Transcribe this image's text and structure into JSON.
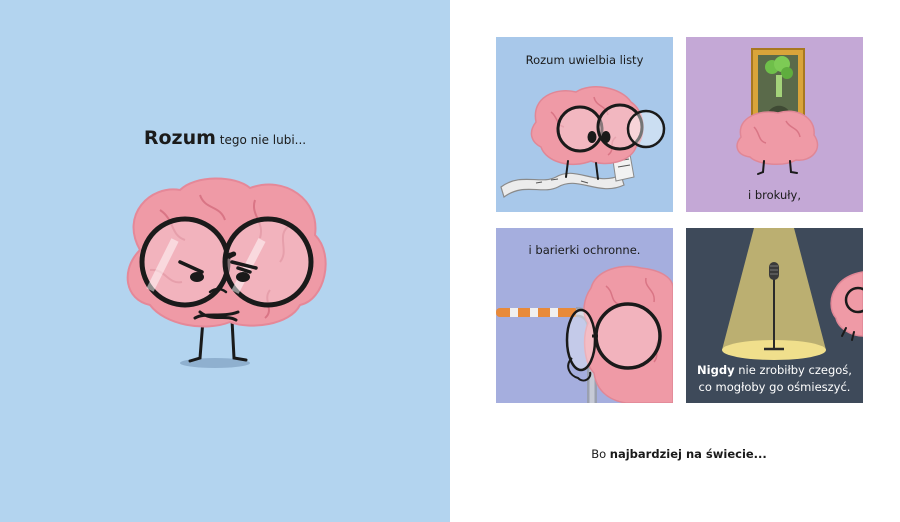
{
  "left_page": {
    "caption_bold": "Rozum",
    "caption_rest": " tego nie lubi..."
  },
  "panels": [
    {
      "text": "Rozum uwielbia listy"
    },
    {
      "text": "i brokuły,"
    },
    {
      "text": "i barierki ochronne."
    },
    {
      "bold": "Nigdy",
      "line1_rest": " nie zrobiłby czegoś,",
      "line2": "co mogłoby go ośmieszyć."
    }
  ],
  "bottom": {
    "prefix": "Bo ",
    "bold": "najbardziej na świecie..."
  },
  "colors": {
    "left_bg": "#b3d4ef",
    "brain_pink": "#ef9aa6",
    "panel_blue": "#a8c8ea",
    "panel_purple": "#c4a8d6",
    "panel_periwinkle": "#a5aede",
    "panel_dark": "#3e4a5a"
  }
}
